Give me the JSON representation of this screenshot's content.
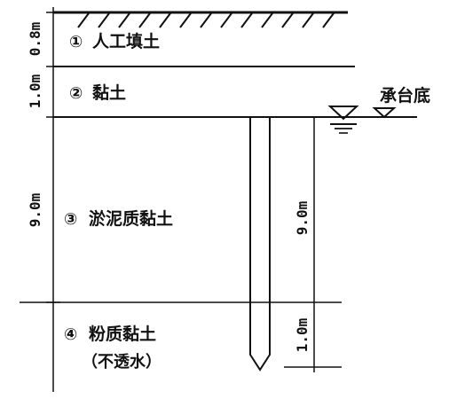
{
  "layers": [
    {
      "marker": "①",
      "name": "人工填土",
      "thickness": "0.8m"
    },
    {
      "marker": "②",
      "name": "黏土",
      "thickness": "1.0m"
    },
    {
      "marker": "③",
      "name": "淤泥质黏土",
      "thickness": "9.0m"
    },
    {
      "marker": "④",
      "name": "粉质黏土",
      "note": "（不透水）"
    }
  ],
  "pile": {
    "embed_upper": "9.0m",
    "embed_lower": "1.0m"
  },
  "cap_bottom_label": "承台底"
}
